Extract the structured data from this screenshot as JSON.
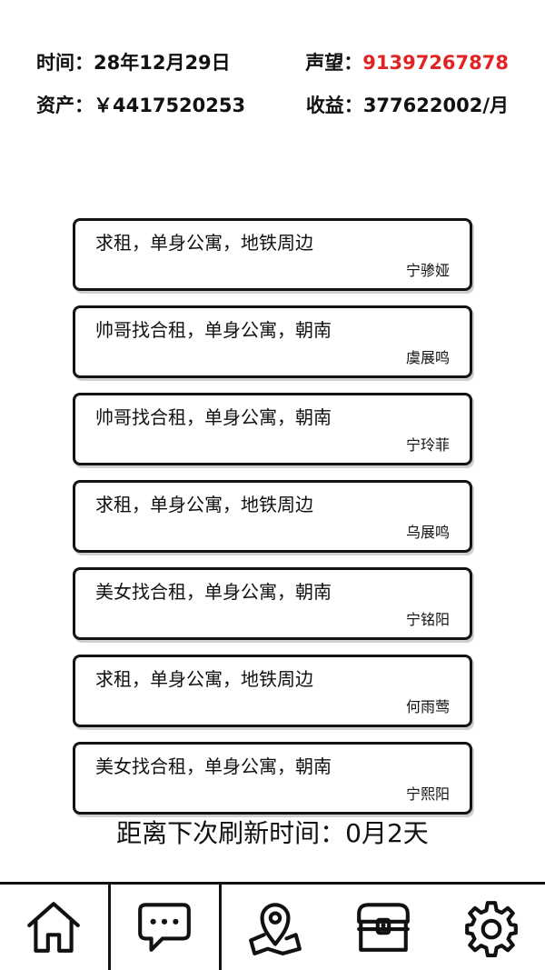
{
  "stats": {
    "time_label": "时间：",
    "time_value": "28年12月29日",
    "reputation_label": "声望：",
    "reputation_value": "91397267878",
    "assets_label": "资产：",
    "assets_value": "￥4417520253",
    "income_label": "收益：",
    "income_value": "377622002/月",
    "reputation_color": "#e02424"
  },
  "listings": [
    {
      "title": "求租，单身公寓，地铁周边",
      "name": "宁骖娅"
    },
    {
      "title": "帅哥找合租，单身公寓，朝南",
      "name": "虞展鸣"
    },
    {
      "title": "帅哥找合租，单身公寓，朝南",
      "name": "宁玲菲"
    },
    {
      "title": "求租，单身公寓，地铁周边",
      "name": "乌展鸣"
    },
    {
      "title": "美女找合租，单身公寓，朝南",
      "name": "宁铭阳"
    },
    {
      "title": "求租，单身公寓，地铁周边",
      "name": "何雨莺"
    },
    {
      "title": "美女找合租，单身公寓，朝南",
      "name": "宁熙阳"
    }
  ],
  "refresh": {
    "text": "距离下次刷新时间：0月2天"
  },
  "navbar": {
    "items": [
      {
        "icon": "home-icon"
      },
      {
        "icon": "message-icon",
        "active": true
      },
      {
        "icon": "map-pin-icon"
      },
      {
        "icon": "treasure-chest-icon"
      },
      {
        "icon": "gear-icon"
      }
    ]
  }
}
